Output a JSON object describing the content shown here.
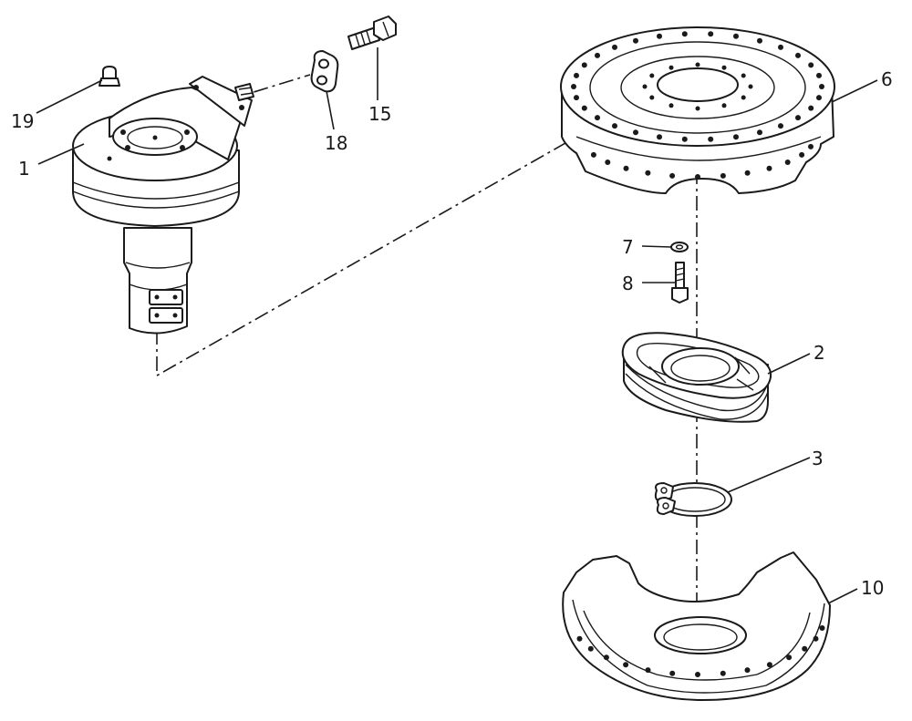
{
  "callouts": {
    "c1": "1",
    "c2": "2",
    "c3": "3",
    "c6": "6",
    "c7": "7",
    "c8": "8",
    "c10": "10",
    "c15": "15",
    "c18": "18",
    "c19": "19"
  }
}
